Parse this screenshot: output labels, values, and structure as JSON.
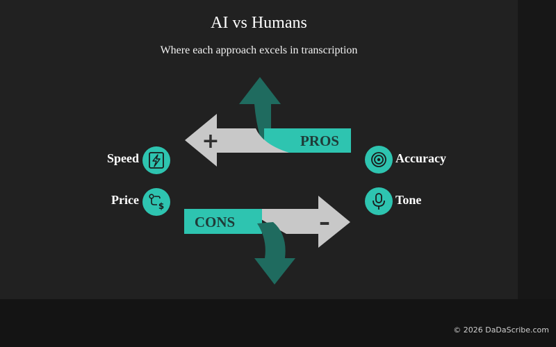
{
  "title": "AI vs Humans",
  "subtitle": "Where each approach excels in transcription",
  "pros": {
    "label": "PROS",
    "symbol": "+"
  },
  "cons": {
    "label": "CONS",
    "symbol": "–"
  },
  "features": {
    "speed": {
      "label": "Speed",
      "icon": "lightning-icon"
    },
    "price": {
      "label": "Price",
      "icon": "workflow-dollar-icon"
    },
    "accuracy": {
      "label": "Accuracy",
      "icon": "target-icon"
    },
    "tone": {
      "label": "Tone",
      "icon": "microphone-icon"
    }
  },
  "footer": "© 2026 DaDaScribe.com",
  "colors": {
    "background": "#212121",
    "teal": "#2ec4b0",
    "dark_teal": "#1f6b5f",
    "gray": "#c8c8c8"
  }
}
